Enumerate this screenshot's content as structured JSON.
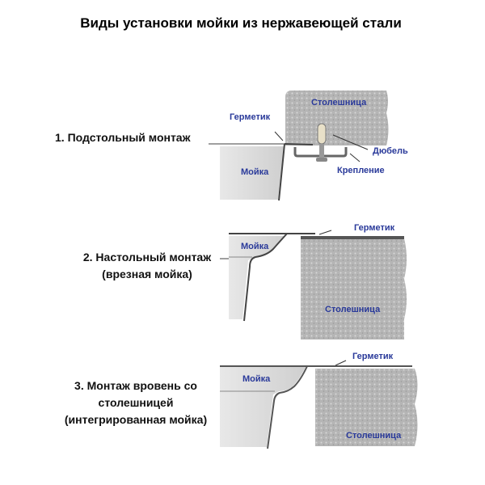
{
  "title": "Виды установки мойки из нержавеющей стали",
  "colors": {
    "label_blue": "#2a3a9a",
    "countertop": "#b8b8b8",
    "sink": "#d9d9d9"
  },
  "sections": [
    {
      "lines": [
        "1. Подстольный монтаж"
      ],
      "parts": {
        "countertop": "Столешница",
        "sealant": "Герметик",
        "dowel": "Дюбель",
        "fastener": "Крепление",
        "sink": "Мойка"
      }
    },
    {
      "lines": [
        "2. Настольный монтаж",
        "(врезная мойка)"
      ],
      "parts": {
        "sealant": "Герметик",
        "sink": "Мойка",
        "countertop": "Столешница"
      }
    },
    {
      "lines": [
        "3. Монтаж вровень со",
        "столешницей",
        "(интегрированная мойка)"
      ],
      "parts": {
        "sealant": "Герметик",
        "sink": "Мойка",
        "countertop": "Столешница"
      }
    }
  ]
}
